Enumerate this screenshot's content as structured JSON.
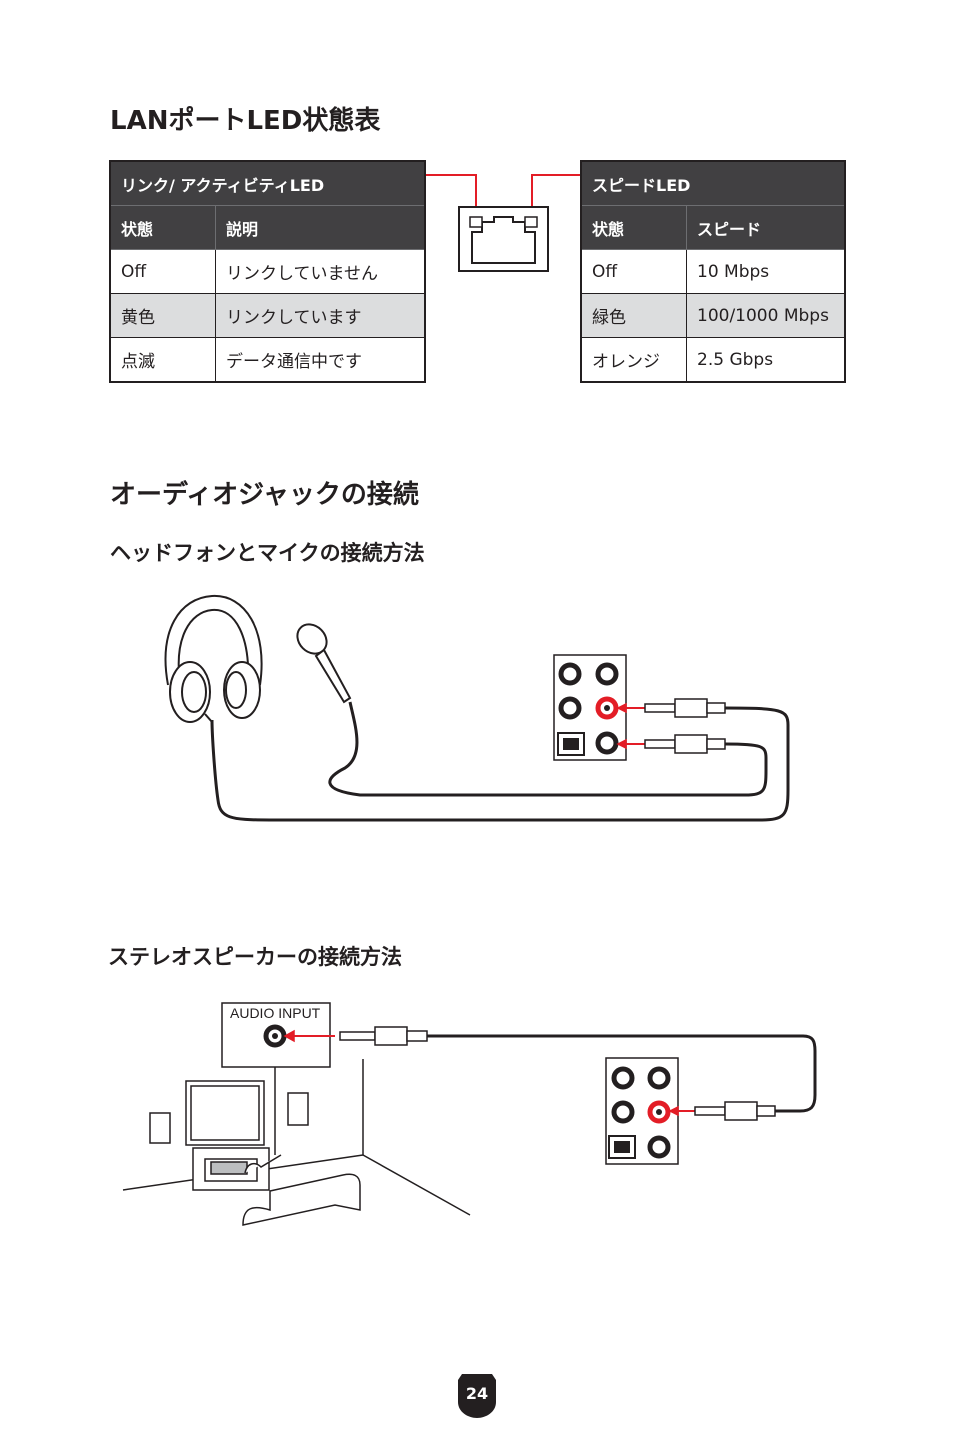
{
  "lan": {
    "title": "LANポートLED状態表",
    "activity_table": {
      "header": "リンク/ アクティビティLED",
      "col_state": "状態",
      "col_desc": "説明",
      "rows": [
        {
          "state": "Off",
          "desc": "リンクしていません"
        },
        {
          "state": "黄色",
          "desc": "リンクしています"
        },
        {
          "state": "点滅",
          "desc": "データ通信中です"
        }
      ]
    },
    "speed_table": {
      "header": "スピードLED",
      "col_state": "状態",
      "col_speed": "スピード",
      "rows": [
        {
          "state": "Off",
          "speed": "10 Mbps"
        },
        {
          "state": "緑色",
          "speed": "100/1000 Mbps"
        },
        {
          "state": "オレンジ",
          "speed": "2.5 Gbps"
        }
      ]
    }
  },
  "audio": {
    "title": "オーディオジャックの接続",
    "headphone_title": "ヘッドフォンとマイクの接続方法",
    "speaker_title": "ステレオスピーカーの接続方法",
    "audio_input_label": "AUDIO INPUT"
  },
  "page_number": "24",
  "colors": {
    "header_bg": "#414042",
    "shade_row": "#dcddde",
    "accent_red": "#e31d26"
  }
}
